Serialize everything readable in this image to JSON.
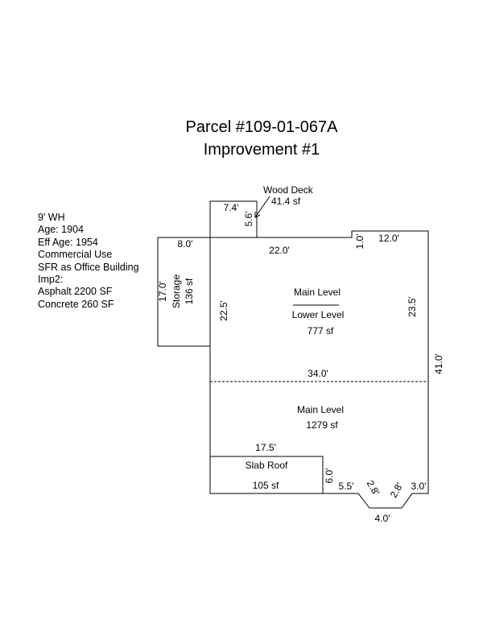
{
  "title": "Parcel #109-01-067A",
  "subtitle": "Improvement #1",
  "notes": [
    "9' WH",
    "Age: 1904",
    "Eff Age: 1954",
    "Commercial Use",
    "SFR as Office Building",
    "Imp2:",
    "Asphalt 2200 SF",
    "Concrete 260 SF"
  ],
  "areas": {
    "wood_deck": {
      "name": "Wood Deck",
      "area": "41.4 sf"
    },
    "storage": {
      "name": "Storage",
      "area": "136 sf"
    },
    "upper": {
      "name": "Main Level",
      "name2": "Lower Level",
      "area": "777 sf"
    },
    "main": {
      "name": "Main Level",
      "area": "1279 sf"
    },
    "slab": {
      "name": "Slab Roof",
      "area": "105 sf"
    }
  },
  "dims": {
    "deck_w": "7.4'",
    "deck_h": "5.6'",
    "storage_w": "8.0'",
    "storage_h": "17.0'",
    "top_run": "22.0'",
    "step": "1.0'",
    "top_right": "12.0'",
    "left_upper": "22.5'",
    "right_upper": "23.5'",
    "right_total": "41.0'",
    "divider": "34.0'",
    "slab_w": "17.5'",
    "slab_h": "6.0'",
    "bot_a": "5.5'",
    "bot_b": "2.8'",
    "bot_c": "2.8'",
    "bot_d": "3.0'",
    "bot_e": "4.0'"
  }
}
